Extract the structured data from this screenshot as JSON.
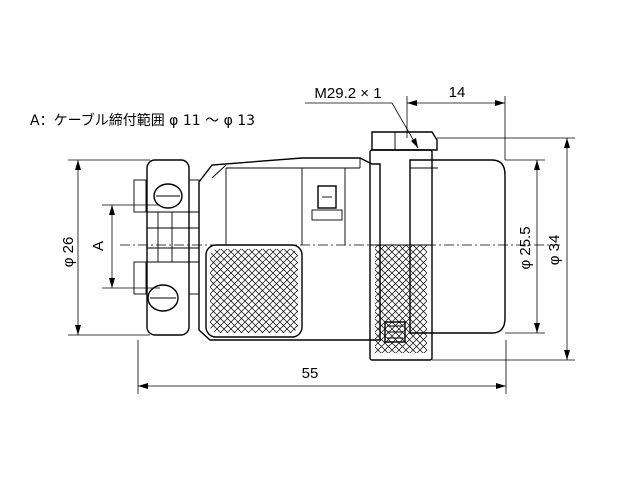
{
  "note": "A：ケーブル締付範囲 φ 11 〜 φ 13",
  "dimensions": {
    "thread": "M29.2 × 1",
    "nut_width": "14",
    "total_length": "55",
    "diameter_left": "φ 26",
    "cable_range_label": "A",
    "diameter_body": "φ 25.5",
    "diameter_nut": "φ 34"
  },
  "colors": {
    "line": "#000000",
    "background": "#ffffff"
  }
}
